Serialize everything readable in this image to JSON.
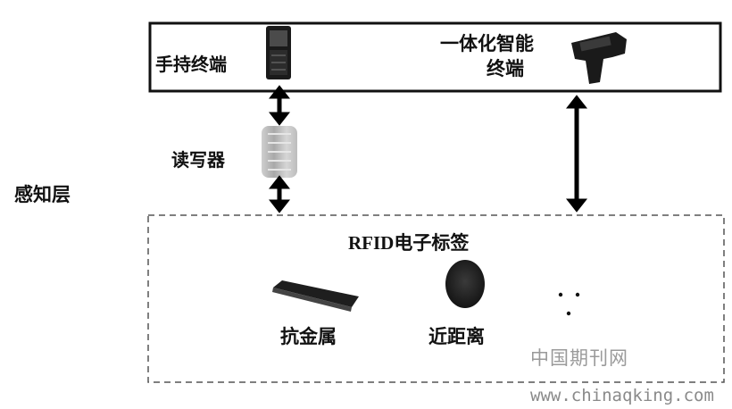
{
  "layer_label": "感知层",
  "terminals": {
    "handheld": "手持终端",
    "smart_line1": "一体化智能",
    "smart_line2": "终端"
  },
  "reader": "读写器",
  "rfid": {
    "title": "RFID电子标签",
    "tags": [
      "抗金属",
      "近距离"
    ]
  },
  "watermark": {
    "journal": "中国期刊网",
    "url": "www.chinaqking.com"
  }
}
